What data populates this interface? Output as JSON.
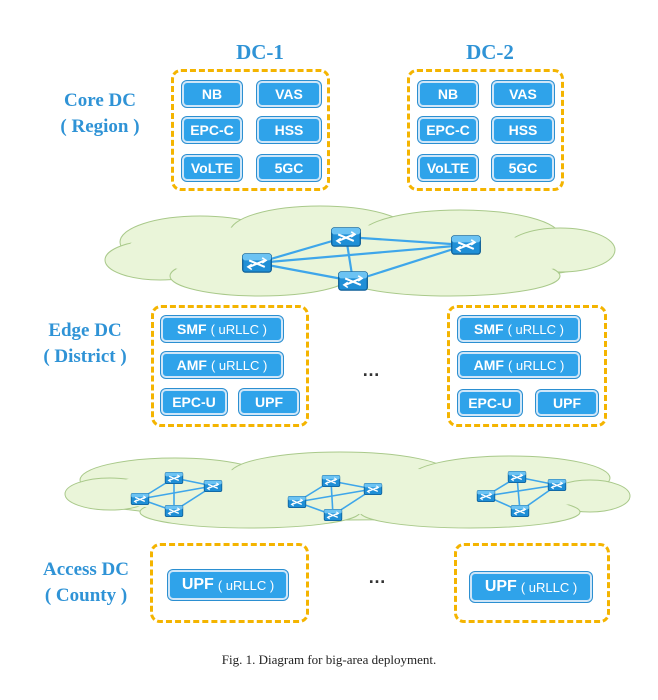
{
  "dcs": [
    {
      "title": "DC-1",
      "boxes": [
        "NB",
        "VAS",
        "EPC-C",
        "HSS",
        "VoLTE",
        "5GC"
      ]
    },
    {
      "title": "DC-2",
      "boxes": [
        "NB",
        "VAS",
        "EPC-C",
        "HSS",
        "VoLTE",
        "5GC"
      ]
    }
  ],
  "tiers": {
    "core": {
      "line1": "Core DC",
      "line2": "( Region )"
    },
    "edge": {
      "line1": "Edge DC",
      "line2": "( District )"
    },
    "access": {
      "line1": "Access DC",
      "line2": "( County )"
    }
  },
  "edge_groups": [
    {
      "smf": "SMF",
      "smf_sub": "( uRLLC )",
      "amf": "AMF",
      "amf_sub": "( uRLLC )",
      "epc": "EPC-U",
      "upf": "UPF"
    },
    {
      "smf": "SMF",
      "smf_sub": "( uRLLC )",
      "amf": "AMF",
      "amf_sub": "( uRLLC )",
      "epc": "EPC-U",
      "upf": "UPF"
    }
  ],
  "access_groups": [
    {
      "upf": "UPF",
      "upf_sub": "( uRLLC )"
    },
    {
      "upf": "UPF",
      "upf_sub": "( uRLLC )"
    }
  ],
  "ellipsis": "…",
  "caption": "Fig. 1. Diagram for big-area deployment.",
  "colors": {
    "accent": "#2f93d6",
    "box": "#2fa3ea",
    "dash": "#f4b400",
    "cloud": "#eaf5d9"
  },
  "icons": [
    "router-icon",
    "cloud-icon"
  ]
}
